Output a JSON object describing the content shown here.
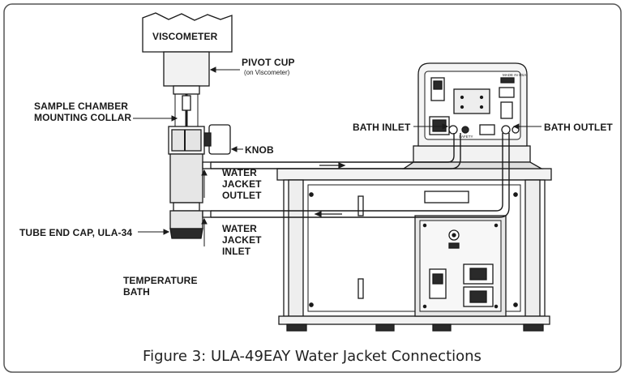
{
  "labels": {
    "viscometer": "VISCOMETER",
    "pivot_cup": "PIVOT CUP",
    "pivot_cup_note": "(on Viscometer)",
    "collar_line1": "SAMPLE CHAMBER",
    "collar_line2": "MOUNTING COLLAR",
    "knob": "KNOB",
    "outlet_line1": "WATER",
    "outlet_line2": "JACKET",
    "outlet_line3": "OUTLET",
    "end_cap": "TUBE END CAP, ULA-34",
    "inlet_line1": "WATER",
    "inlet_line2": "JACKET",
    "inlet_line3": "INLET",
    "temp_line1": "TEMPERATURE",
    "temp_line2": "BATH",
    "bath_inlet": "BATH INLET",
    "bath_outlet": "BATH OUTLET",
    "made_in_usa": "MADE IN USA",
    "safety": "SAFETY"
  },
  "caption": "Figure 3:  ULA-49EAY Water Jacket Connections",
  "colors": {
    "ink": "#1a1a1a",
    "light_fill": "#eeeeee",
    "mid_fill": "#d4d4d4",
    "dark_fill": "#2a2a2a"
  }
}
